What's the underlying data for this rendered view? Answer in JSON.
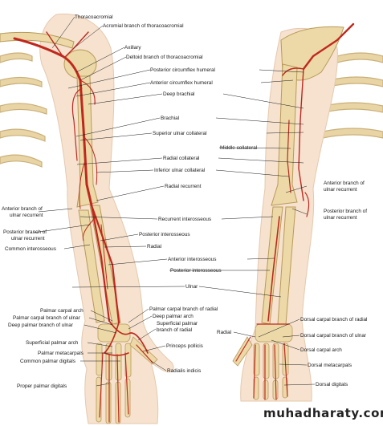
{
  "labels": {
    "thoracoacromial": "Thoracoacromial",
    "acromial_branch": "Acromial branch of thoracoacromial",
    "axillary": "Axillary",
    "deltoid_branch": "Deltoid branch of thoracoacromial",
    "posterior_circumflex_humeral": "Posterior circumflex humeral",
    "anterior_circumflex_humeral": "Anterior circumflex humeral",
    "deep_brachial": "Deep brachial",
    "brachial": "Brachial",
    "superior_ulnar_collateral": "Superior ulnar collateral",
    "middle_collateral": "Middle collateral",
    "radial_collateral": "Radial collateral",
    "inferior_ulnar_collateral": "Inferior ulnar collateral",
    "anterior_branch_ulnar_recurrent_right_1": "Anterior branch of",
    "anterior_branch_ulnar_recurrent_right_2": "ulnar recurrent",
    "radial_recurrent": "Radial recurrent",
    "anterior_branch_ulnar_recurrent_left_1": "Anterior branch of",
    "anterior_branch_ulnar_recurrent_left_2": "ulnar recurrent",
    "posterior_branch_ulnar_recurrent_right_1": "Posterior branch of",
    "posterior_branch_ulnar_recurrent_right_2": "ulnar recurrent",
    "recurrent_interosseous": "Recurrent interosseous",
    "posterior_branch_ulnar_recurrent_left_1": "Posterior branch of",
    "posterior_branch_ulnar_recurrent_left_2": "ulnar recurrent",
    "posterior_interosseous": "Posterior interosseous",
    "common_interosseous": "Common interosseous",
    "radial": "Radial",
    "anterior_interosseous": "Anterior interosseous",
    "posterior_interosseous_2": "Posterior interosseous",
    "ulnar": "Ulnar",
    "palmar_carpal_arch": "Palmar carpal arch",
    "palmar_carpal_branch_of_radial": "Palmar carpal branch of radial",
    "palmar_carpal_branch_of_ulnar": "Palmar carpal branch of ulnar",
    "deep_palmar_arch": "Deep palmar arch",
    "deep_palmar_branch_of_ulnar": "Deep palmar branch of ulnar",
    "superficial_palmar_branch_1": "Superficial palmar",
    "superficial_palmar_branch_2": "branch of radial",
    "dorsal_carpal_branch_of_radial": "Dorsal carpal branch of radial",
    "radial_2": "Radial",
    "dorsal_carpal_branch_of_ulnar": "Dorsal carpal branch of ulnar",
    "superficial_palmar_arch": "Superficial palmar arch",
    "princeps_pollicis": "Princeps pollicis",
    "dorsal_carpal_arch": "Dorsal carpal arch",
    "palmar_metacarpals": "Palmar metacarpals",
    "common_palmar_digitals": "Common palmar digitals",
    "radialis_indicis": "Radialis indicis",
    "dorsal_metacarpals": "Dorsal metacarpals",
    "proper_palmar_digitals": "Proper palmar digitals",
    "dorsal_digitals": "Dorsal digitals"
  },
  "watermark": "muhadharaty.com",
  "colors": {
    "skin": "#f6e2cf",
    "bone": "#ecd9a7",
    "bone_edge": "#b89a5a",
    "artery": "#c0281e",
    "rib": "#dfc99a",
    "leader": "#1a1a1a"
  }
}
